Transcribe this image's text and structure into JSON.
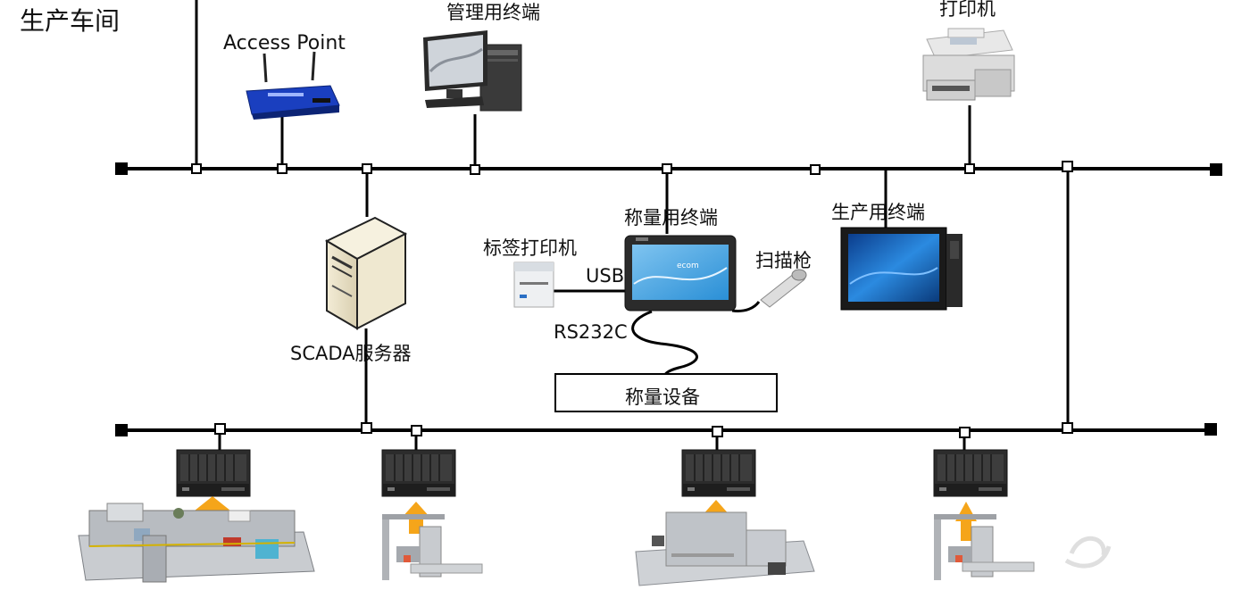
{
  "diagram": {
    "title": "生产车间",
    "nodes": {
      "access_point": "Access Point",
      "management_terminal": "管理用终端",
      "printer": "打印机",
      "weighing_terminal": "称量用终端",
      "production_terminal": "生产用终端",
      "label_printer": "标签打印机",
      "scanner": "扫描枪",
      "scada_server": "SCADA服务器",
      "weighing_equipment": "称量设备"
    },
    "links": {
      "usb": "USB",
      "rs232c": "RS232C"
    },
    "icons": [
      "wifi-router-icon",
      "desktop-computer-icon",
      "office-printer-icon",
      "server-tower-icon",
      "rugged-tablet-icon",
      "label-printer-icon",
      "barcode-scanner-icon",
      "panel-pc-icon",
      "plc-controller-icon",
      "production-machine-icon",
      "upload-arrow-icon"
    ],
    "colors": {
      "line": "#000000",
      "router_blue": "#1a3fbf",
      "arrow_orange": "#f5a51a",
      "plc_dark": "#2a2a2a",
      "screen_blue": "#1e6fc4",
      "beige_server": "#e9e2cc"
    }
  }
}
